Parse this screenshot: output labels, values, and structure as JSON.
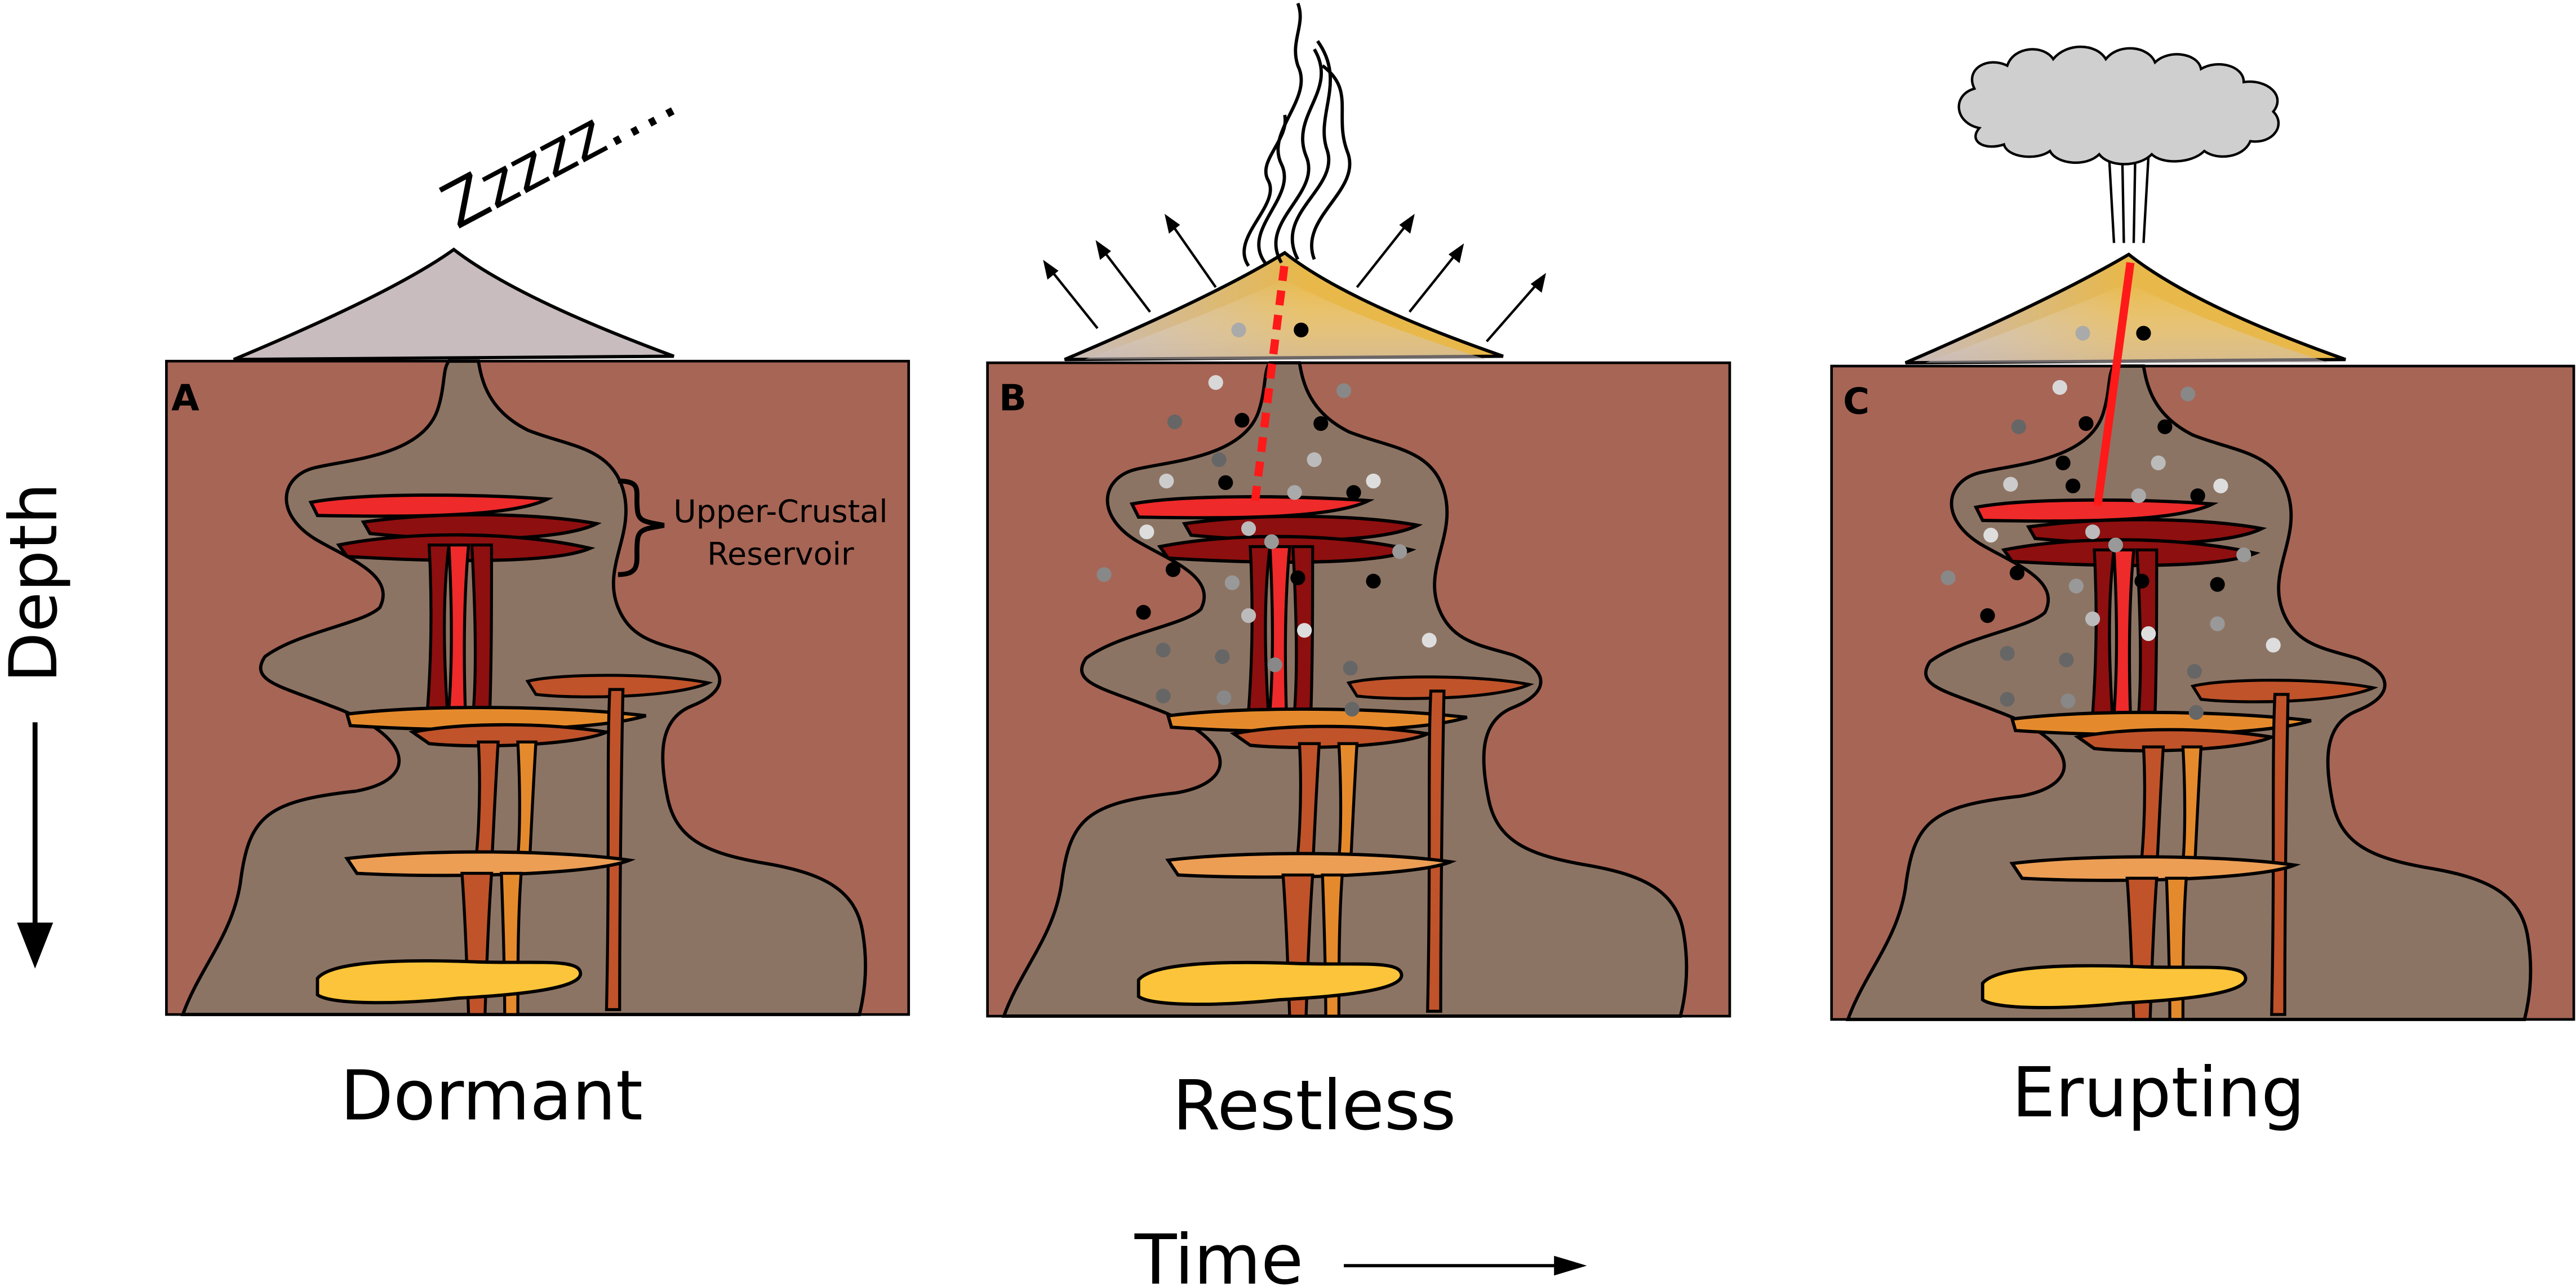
{
  "axes": {
    "depth_label": "Depth",
    "time_label": "Time"
  },
  "panels": [
    {
      "letter": "A",
      "state": "Dormant"
    },
    {
      "letter": "B",
      "state": "Restless"
    },
    {
      "letter": "C",
      "state": "Erupting"
    }
  ],
  "annotations": {
    "sleep": "Zzzzz....",
    "reservoir_line1": "Upper-Crustal",
    "reservoir_line2": "Reservoir"
  },
  "colors": {
    "host_rock": "#a76555",
    "mush": "#8c7464",
    "volcano_cone": "#c8bcbe",
    "heated_cone": "#e8b84a",
    "melt_red": "#ee2a2a",
    "melt_darkred": "#8e0f0f",
    "melt_orange_dark": "#c0532a",
    "melt_orange": "#e58a2c",
    "melt_light_orange": "#ec9e55",
    "melt_yellow": "#fbc43a",
    "conduit": "#ff1a1a",
    "ash_cloud": "#cfcfcf"
  }
}
